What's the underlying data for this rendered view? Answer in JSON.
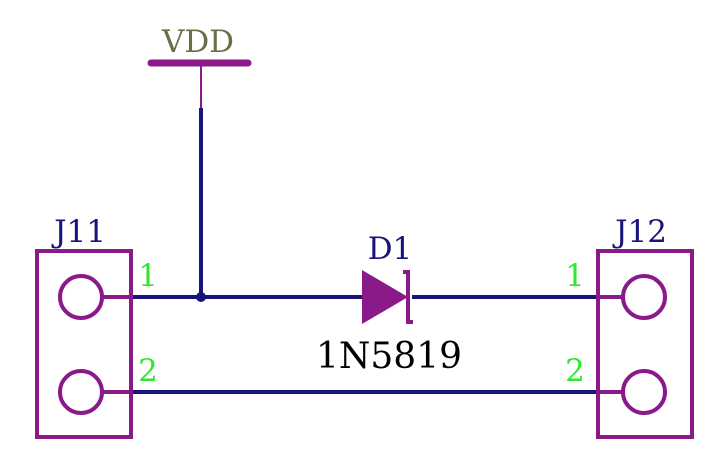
{
  "schematic": {
    "power": {
      "label": "VDD"
    },
    "connectors": [
      {
        "ref": "J11",
        "pin1": "1",
        "pin2": "2"
      },
      {
        "ref": "J12",
        "pin1": "1",
        "pin2": "2"
      }
    ],
    "diode": {
      "ref": "D1",
      "value": "1N5819"
    },
    "colors": {
      "wire": "#17147a",
      "component": "#8a1a8a",
      "power_label": "#6e6e45",
      "ref_label": "#17147a",
      "pin_number": "#2ee82e",
      "value_label": "#000000",
      "background": "#ffffff"
    }
  }
}
